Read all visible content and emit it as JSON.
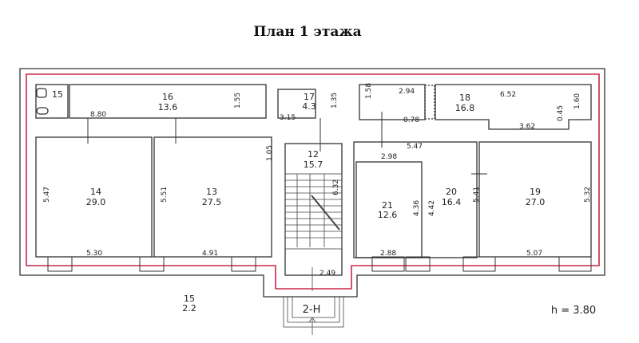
{
  "title": "План 1 этажа",
  "height_note": "h = 3.80",
  "entrance": "2-H",
  "rooms": [
    {
      "num": "15",
      "area": ""
    },
    {
      "num": "16",
      "area": "13.6"
    },
    {
      "num": "17",
      "area": "4.3"
    },
    {
      "num": "18",
      "area": "16.8"
    },
    {
      "num": "14",
      "area": "29.0"
    },
    {
      "num": "13",
      "area": "27.5"
    },
    {
      "num": "12",
      "area": "15.7"
    },
    {
      "num": "21",
      "area": "12.6"
    },
    {
      "num": "20",
      "area": "16.4"
    },
    {
      "num": "19",
      "area": "27.0"
    },
    {
      "num": "15",
      "area": "2.2"
    }
  ],
  "dims": {
    "d880": "8.80",
    "d155": "1.55",
    "d315": "3.15",
    "d135": "1.35",
    "d158": "1.58",
    "d294": "2.94",
    "d078": "0.78",
    "d652": "6.52",
    "d160": "1.60",
    "d045": "0.45",
    "d362": "3.62",
    "d105": "1.05",
    "d547a": "5.47",
    "d551": "5.51",
    "d530": "5.30",
    "d491": "4.91",
    "d547b": "5.47",
    "d298": "2.98",
    "d436": "4.36",
    "d442": "4.42",
    "d541": "5.41",
    "d532": "5.32",
    "d288": "2.88",
    "d507": "5.07",
    "d249": "2.49",
    "d632": "6.32"
  }
}
